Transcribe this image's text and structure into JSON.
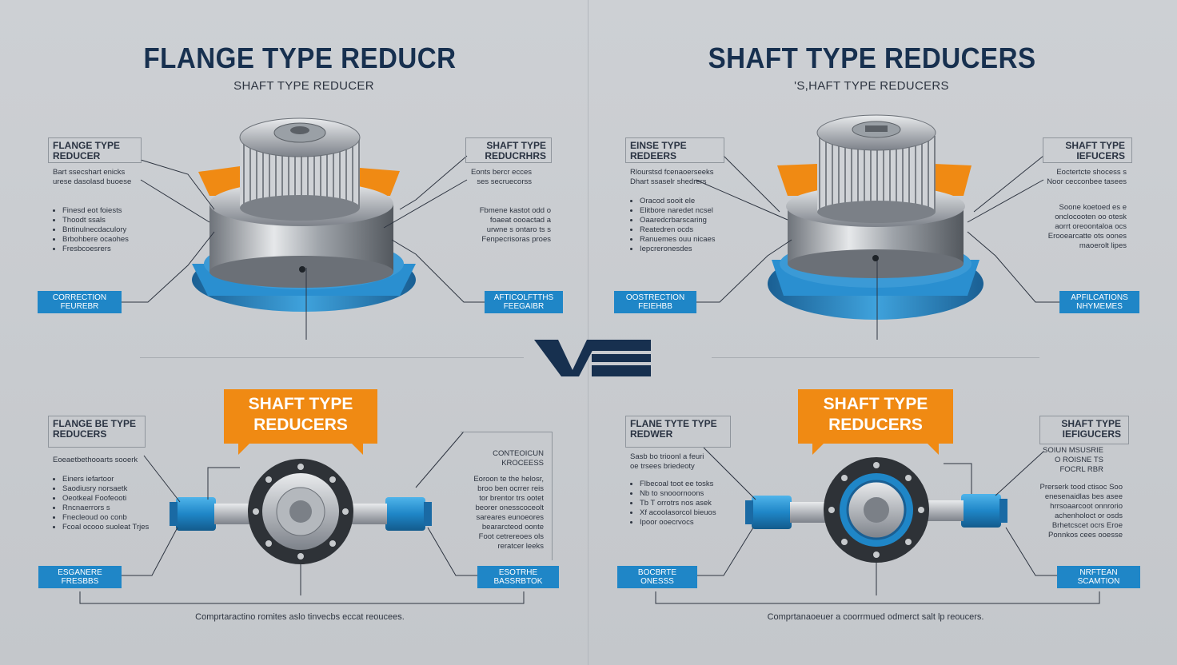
{
  "colors": {
    "navy": "#17304f",
    "blue": "#1f86c7",
    "orange": "#f08a13",
    "background": "#c8cbcf"
  },
  "left": {
    "title": "FLANGE TYPE REDUCR",
    "subtitle": "SHAFT TYPE REDUCER",
    "top_left": {
      "caption": "FLANGE TYPE REDUCER",
      "text": [
        "Bart ssecshart enicks",
        "urese dasolasd buoese"
      ],
      "bullets": [
        "Finesd eot foiests",
        "Thoodt ssals",
        "Bntinulnecdaculory",
        "Brbohbere ocaohes",
        "Fresbcoesrers"
      ],
      "tag": "CORRECTION FEUREBR"
    },
    "top_right": {
      "caption": "SHAFT TYPE REDUCRHRS",
      "text": [
        "Eonts bercr ecces",
        "ses secruecorss"
      ],
      "body": [
        "Fbmene kastot odd o",
        "foaeat oooactad a",
        "urwne s ontaro ts s",
        "Fenpecrisoras proes"
      ],
      "tag": "AFTICOLFTTHS FEEGAIBR"
    },
    "bottom_banner": "SHAFT TYPE REDUCERS",
    "bottom_left": {
      "caption": "FLANGE BE TYPE REDUCERS",
      "text": [
        "Eoeaetbethooarts sooerk"
      ],
      "bullets": [
        "Einers iefartoor",
        "Saodiusry norsaetk",
        "Oeotkeal Foofeooti",
        "Rncnaerrors s",
        "Fnecleoud oo conb",
        "Fcoal ocooo suoleat Trjes"
      ],
      "tag": "ESGANERE FRESBBS"
    },
    "bottom_right": {
      "caption": "CONTEOICUN KROCEESS",
      "body": [
        "Eoroon te the helosr,",
        "broo ben ocrrer reis",
        "tor brentor trs ootet",
        "beorer onesscoceolt",
        "sareares eunoeores",
        "beararcteod oonte",
        "Foot cetrereoes ols",
        "reratcer leeks"
      ],
      "tag": "ESOTRHE BASSRBTOK"
    },
    "footer": "Comprtaractino romites aslo tinvecbs eccat reoucees."
  },
  "right": {
    "title": "SHAFT TYPE REDUCERS",
    "subtitle": "'S,HAFT TYPE REDUCERS",
    "top_left": {
      "caption": "EINSE TYPE REDEERS",
      "text": [
        "Rlourstsd fcenaoerseeks",
        "Dhart ssaselr shedrers"
      ],
      "bullets": [
        "Oracod sooit ele",
        "Elitbore naredet ncsel",
        "Oaaredcrbarscaring",
        "Reatedren ocds",
        "Ranuemes ouu nicaes",
        "Iepcreronesdes"
      ],
      "tag": "OOSTRECTION FEIEHBB"
    },
    "top_right": {
      "caption": "SHAFT TYPE IEFUCERS",
      "text": [
        "Eoctertcte shocess s",
        "Noor cecconbee tasees"
      ],
      "body": [
        "Soone koetoed es e",
        "onclocooten oo otesk",
        "aorrt oreoontaloa ocs",
        "Erooearcatte ots oones",
        "maoerolt lipes"
      ],
      "tag": "APFILCATIONS NHYMEMES"
    },
    "bottom_banner": "SHAFT TYPE REDUCERS",
    "bottom_left": {
      "caption": "FLANE TYTE TYPE REDWER",
      "text": [
        "Sasb bo trioonl a feuri",
        "oe trsees briedeoty"
      ],
      "bullets": [
        "Flbecoal toot ee tosks",
        "Nb to snooornoons",
        "Tb T orrotrs nos asek",
        "Xf acoolasorcol bieuos",
        "Ipoor ooecrvocs"
      ],
      "tag": "BOCBRTE ONESSS"
    },
    "bottom_right": {
      "caption": "SHAFT TYPE IEFIGUCERS",
      "text": [
        "SOIUN MSUSRIE",
        "O ROISNE TS",
        "FOCRL RBR"
      ],
      "body": [
        "Prerserk tood ctisoc Soo",
        "enesenaidlas bes asee",
        "hrrsoaarcoot onnrorio",
        "achenholoct or osds",
        "Brhetcscet ocrs Eroe",
        "Ponnkos cees ooesse"
      ],
      "tag": "NRFTEAN SCAMTION"
    },
    "footer": "Comprtanaoeuer a coorrmued odmerct salt lp reoucers."
  }
}
